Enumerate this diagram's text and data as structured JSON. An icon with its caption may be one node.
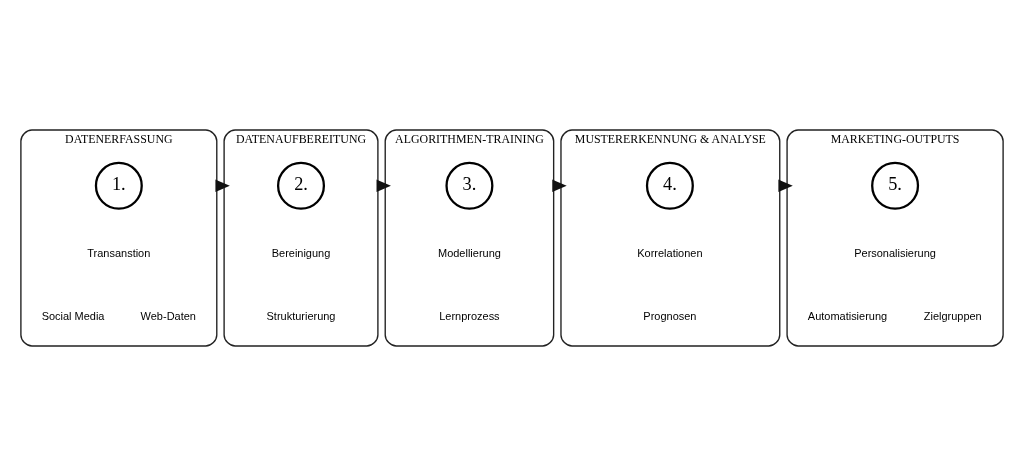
{
  "diagram": {
    "nodes": [
      {
        "text": [
          "DATENERFASSUNG"
        ]
      },
      {
        "text": [
          "1."
        ],
        "in": 0
      },
      {
        "text": [
          "Transanstion"
        ],
        "in": 0
      },
      {
        "text": [
          "Social Media"
        ],
        "in": 0
      },
      {
        "text": [
          "Web-Daten"
        ],
        "in": 0
      },
      {
        "text": [
          "DATENAUFBEREITUNG"
        ]
      },
      {
        "text": [
          "2."
        ],
        "in": 5
      },
      {
        "text": [
          "Bereinigung"
        ],
        "in": 5
      },
      {
        "text": [
          "Strukturierung"
        ],
        "in": 5
      },
      {
        "text": [
          "ALGORITHMEN-TRAINING"
        ]
      },
      {
        "text": [
          "3."
        ],
        "in": 9
      },
      {
        "text": [
          "Modellierung"
        ],
        "in": 9
      },
      {
        "text": [
          "Lernprozess"
        ],
        "in": 9
      },
      {
        "text": [
          "MUSTERERKENNUNG & ANALYSE"
        ]
      },
      {
        "text": [
          "4."
        ],
        "in": 13
      },
      {
        "text": [
          "Korrelationen"
        ],
        "in": 13
      },
      {
        "text": [
          "Prognosen"
        ],
        "in": 13
      },
      {
        "text": [
          "MARKETING-OUTPUTS"
        ]
      },
      {
        "text": [
          "5."
        ],
        "in": 17
      },
      {
        "text": [
          "Personalisierung"
        ],
        "in": 17
      },
      {
        "text": [
          "Automatisierung"
        ],
        "in": 17
      },
      {
        "text": [
          "Zielgruppen"
        ],
        "in": 17
      }
    ],
    "edges": [
      {
        "from": 0,
        "to": 5,
        "arrow": "to",
        "style": "thick"
      },
      {
        "from": 5,
        "to": 9,
        "arrow": "to",
        "style": "thick"
      },
      {
        "from": 9,
        "to": 13,
        "arrow": "to",
        "style": "thick"
      },
      {
        "from": 13,
        "to": 17,
        "arrow": "to",
        "style": "thick"
      }
    ]
  }
}
